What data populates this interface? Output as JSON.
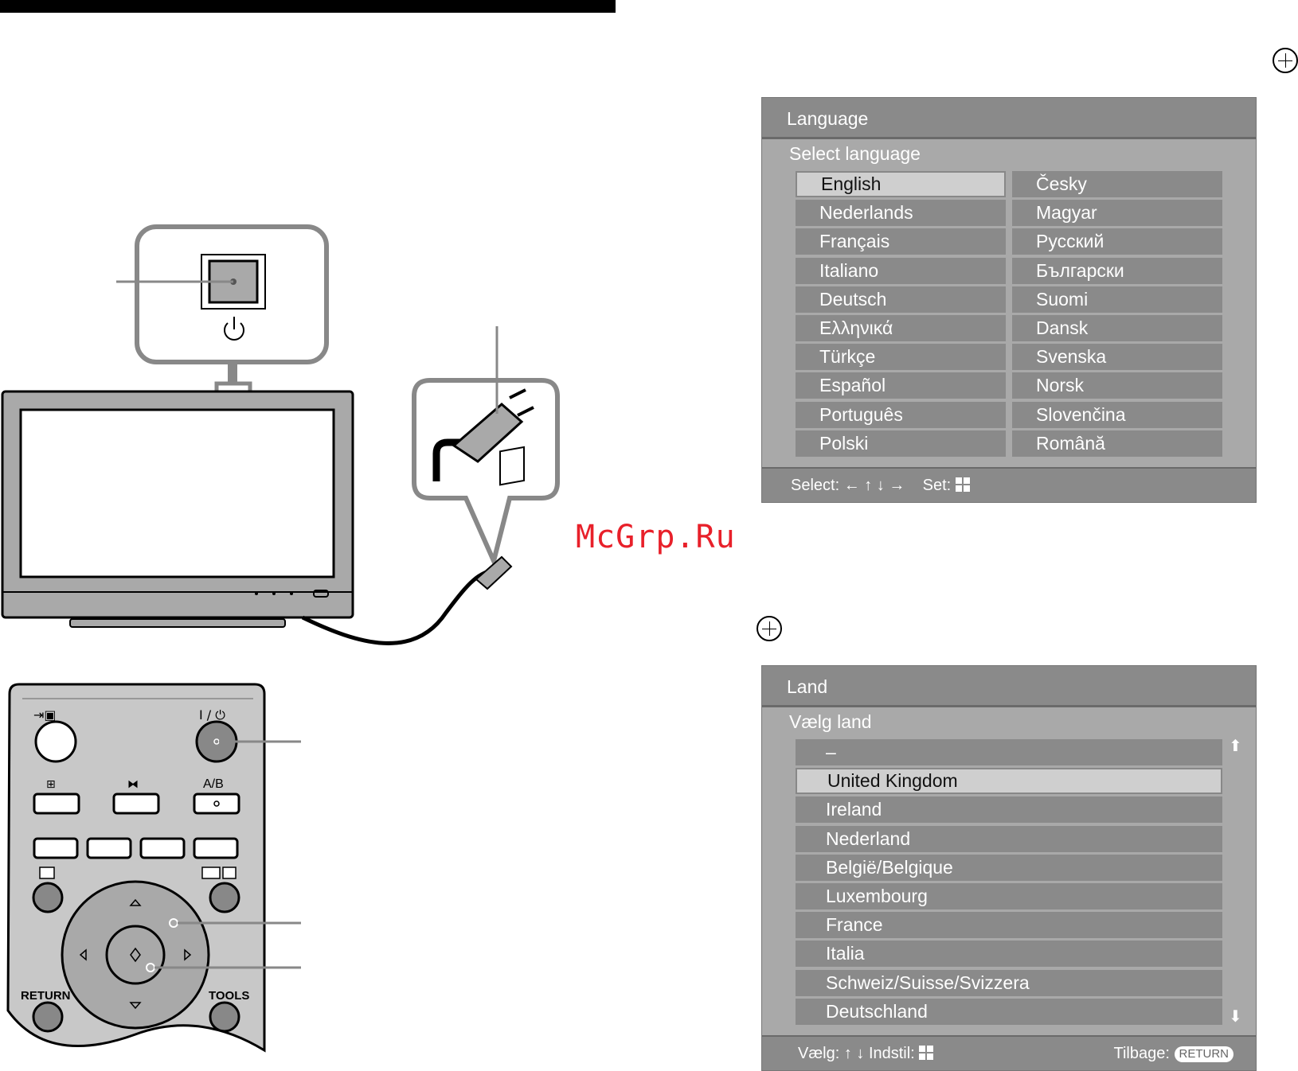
{
  "watermark": "McGrp.Ru",
  "language_menu": {
    "title": "Language",
    "subtitle": "Select language",
    "selected": "English",
    "left_column": [
      "English",
      "Nederlands",
      "Français",
      "Italiano",
      "Deutsch",
      "Ελληνικά",
      "Türkçe",
      "Español",
      "Português",
      "Polski"
    ],
    "right_column": [
      "Česky",
      "Magyar",
      "Русский",
      "Български",
      "Suomi",
      "Dansk",
      "Svenska",
      "Norsk",
      "Slovenčina",
      "Română"
    ],
    "footer_select": "Select:",
    "footer_arrows": "← ↑ ↓ →",
    "footer_set": "Set:"
  },
  "country_menu": {
    "title": "Land",
    "subtitle": "Vælg land",
    "selected": "United Kingdom",
    "items": [
      "–",
      "United Kingdom",
      "Ireland",
      "Nederland",
      "België/Belgique",
      "Luxembourg",
      "France",
      "Italia",
      "Schweiz/Suisse/Svizzera",
      "Deutschland"
    ],
    "footer_select": "Vælg:",
    "footer_arrows": "↑ ↓",
    "footer_set": "Indstil:",
    "footer_back": "Tilbage:",
    "return_badge": "RETURN"
  },
  "remote": {
    "return_label": "RETURN",
    "tools_label": "TOOLS",
    "ab_label": "A/B",
    "power_label": "I / ⏻"
  },
  "icons": {
    "scroll_up": "arrow-up-icon",
    "scroll_down": "arrow-down-icon",
    "enter": "enter-icon",
    "power": "power-icon"
  }
}
